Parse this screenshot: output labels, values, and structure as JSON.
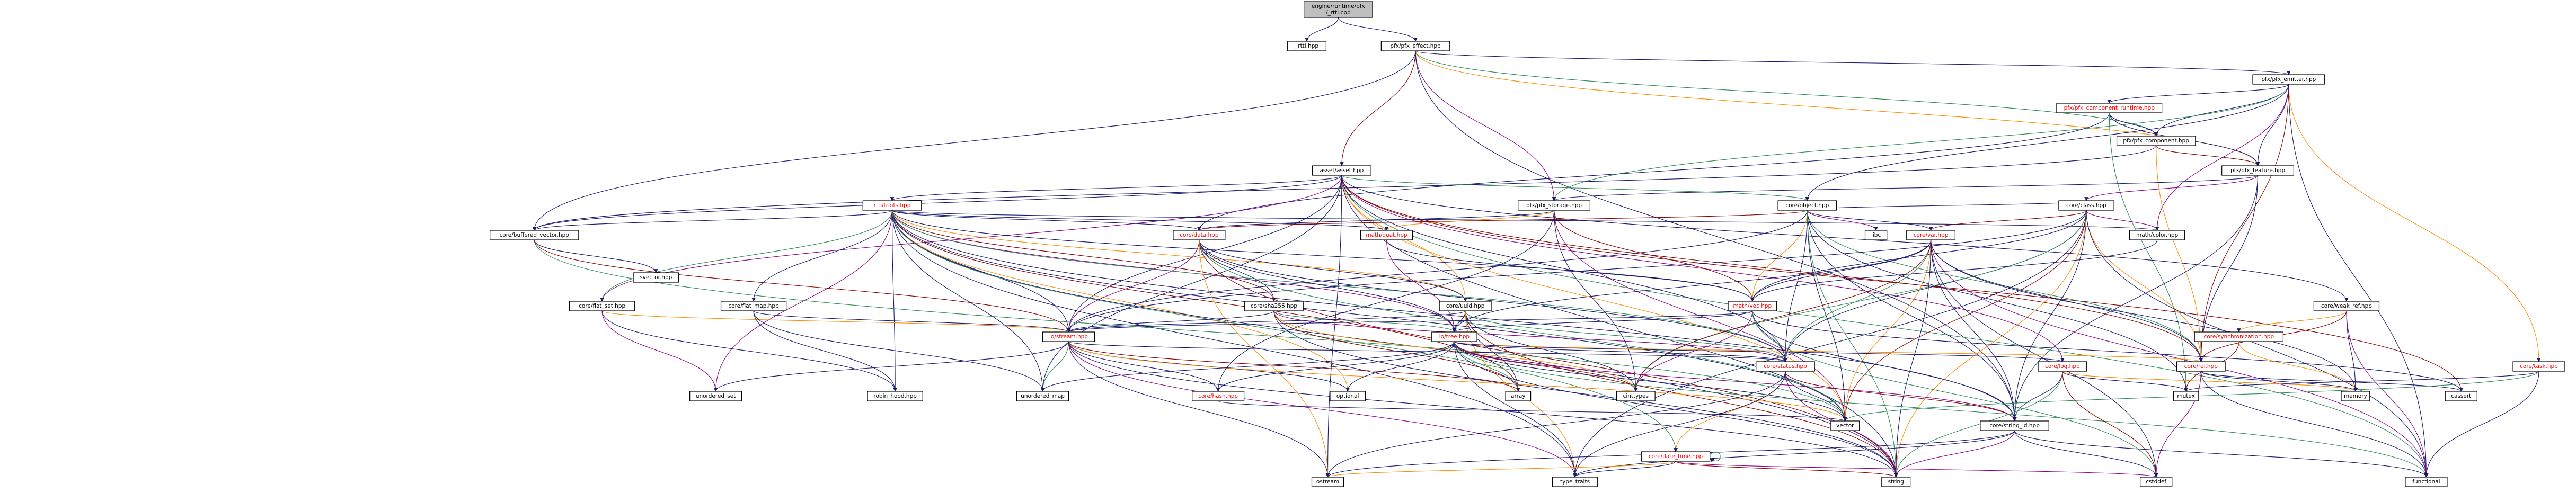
{
  "graph": {
    "colors": {
      "root_fill": "#bfbfbf",
      "node_fill": "#ffffff",
      "node_border": "#000000",
      "normal_text": "#000000",
      "linked_text": "#ff0000",
      "edge_palette": [
        "#191970",
        "#191970",
        "#191970",
        "#2e8b57",
        "#8b0000",
        "#ff8c00",
        "#191970",
        "#8b008b",
        "#191970"
      ]
    },
    "nodes": [
      {
        "id": "root",
        "label": "engine/runtime/pfx\n/_rtti.cpp",
        "style": "root"
      },
      {
        "id": "_rtti_hpp",
        "label": "_rtti.hpp",
        "style": "normal"
      },
      {
        "id": "pfx_effect",
        "label": "pfx/pfx_effect.hpp",
        "style": "normal"
      },
      {
        "id": "pfx_emitter",
        "label": "pfx/pfx_emitter.hpp",
        "style": "normal"
      },
      {
        "id": "pfx_comp_runtime",
        "label": "pfx/pfx_component_runtime.hpp",
        "style": "linked"
      },
      {
        "id": "pfx_component",
        "label": "pfx/pfx_component.hpp",
        "style": "normal"
      },
      {
        "id": "asset",
        "label": "asset/asset.hpp",
        "style": "normal"
      },
      {
        "id": "pfx_feature",
        "label": "pfx/pfx_feature.hpp",
        "style": "normal"
      },
      {
        "id": "rtti_traits",
        "label": "rtti/traits.hpp",
        "style": "linked"
      },
      {
        "id": "pfx_storage",
        "label": "pfx/pfx_storage.hpp",
        "style": "normal"
      },
      {
        "id": "core_object",
        "label": "core/object.hpp",
        "style": "normal"
      },
      {
        "id": "core_class",
        "label": "core/class.hpp",
        "style": "normal"
      },
      {
        "id": "core_data",
        "label": "core/data.hpp",
        "style": "linked"
      },
      {
        "id": "math_quat",
        "label": "math/quat.hpp",
        "style": "linked"
      },
      {
        "id": "core_var",
        "label": "core/var.hpp",
        "style": "linked"
      },
      {
        "id": "libc",
        "label": "libc",
        "style": "normal"
      },
      {
        "id": "math_color",
        "label": "math/color.hpp",
        "style": "normal"
      },
      {
        "id": "core_buffered_vector",
        "label": "core/buffered_vector.hpp",
        "style": "normal"
      },
      {
        "id": "svector",
        "label": "svector.hpp",
        "style": "normal"
      },
      {
        "id": "core_flat_set",
        "label": "core/flat_set.hpp",
        "style": "normal"
      },
      {
        "id": "core_flat_map",
        "label": "core/flat_map.hpp",
        "style": "normal"
      },
      {
        "id": "core_sha256",
        "label": "core/sha256.hpp",
        "style": "normal"
      },
      {
        "id": "core_uuid",
        "label": "core/uuid.hpp",
        "style": "normal"
      },
      {
        "id": "math_vec",
        "label": "math/vec.hpp",
        "style": "linked"
      },
      {
        "id": "core_weak_ref",
        "label": "core/weak_ref.hpp",
        "style": "normal"
      },
      {
        "id": "io_stream",
        "label": "io/stream.hpp",
        "style": "linked"
      },
      {
        "id": "io_tree",
        "label": "io/tree.hpp",
        "style": "linked"
      },
      {
        "id": "core_sync_conc",
        "label": "core/synchronization.hpp",
        "style": "linked"
      },
      {
        "id": "core_ref",
        "label": "core/ref.hpp",
        "style": "linked"
      },
      {
        "id": "core_task",
        "label": "core/task.hpp",
        "style": "linked"
      },
      {
        "id": "unordered_set",
        "label": "unordered_set",
        "style": "normal"
      },
      {
        "id": "robin_hood",
        "label": "robin_hood.hpp",
        "style": "normal"
      },
      {
        "id": "unordered_map",
        "label": "unordered_map",
        "style": "normal"
      },
      {
        "id": "core_hash",
        "label": "core/hash.hpp",
        "style": "linked"
      },
      {
        "id": "optional",
        "label": "optional",
        "style": "normal"
      },
      {
        "id": "array",
        "label": "array",
        "style": "normal"
      },
      {
        "id": "cinttypes",
        "label": "cinttypes",
        "style": "normal"
      },
      {
        "id": "core_status",
        "label": "core/status.hpp",
        "style": "linked"
      },
      {
        "id": "core_log",
        "label": "core/log.hpp",
        "style": "linked"
      },
      {
        "id": "mutex",
        "label": "mutex",
        "style": "normal"
      },
      {
        "id": "memory",
        "label": "memory",
        "style": "normal"
      },
      {
        "id": "cassert",
        "label": "cassert",
        "style": "normal"
      },
      {
        "id": "vector",
        "label": "vector",
        "style": "normal"
      },
      {
        "id": "core_string_id",
        "label": "core/string_id.hpp",
        "style": "normal"
      },
      {
        "id": "core_date_time",
        "label": "core/date_time.hpp",
        "style": "linked"
      },
      {
        "id": "ostream",
        "label": "ostream",
        "style": "normal"
      },
      {
        "id": "type_traits",
        "label": "type_traits",
        "style": "normal"
      },
      {
        "id": "string",
        "label": "string",
        "style": "normal"
      },
      {
        "id": "cstddef",
        "label": "cstddef",
        "style": "normal"
      },
      {
        "id": "functional",
        "label": "functional",
        "style": "normal"
      }
    ],
    "edges": [
      [
        "root",
        "_rtti_hpp"
      ],
      [
        "root",
        "pfx_effect"
      ],
      [
        "pfx_effect",
        "pfx_emitter"
      ],
      [
        "pfx_effect",
        "pfx_component"
      ],
      [
        "pfx_effect",
        "asset"
      ],
      [
        "pfx_effect",
        "pfx_feature"
      ],
      [
        "pfx_effect",
        "core_buffered_vector"
      ],
      [
        "pfx_effect",
        "pfx_storage"
      ],
      [
        "pfx_effect",
        "core_string_id"
      ],
      [
        "pfx_emitter",
        "pfx_comp_runtime"
      ],
      [
        "pfx_emitter",
        "pfx_component"
      ],
      [
        "pfx_emitter",
        "pfx_feature"
      ],
      [
        "pfx_emitter",
        "pfx_storage"
      ],
      [
        "pfx_emitter",
        "core_ref"
      ],
      [
        "pfx_emitter",
        "core_task"
      ],
      [
        "pfx_emitter",
        "functional"
      ],
      [
        "pfx_emitter",
        "math_color"
      ],
      [
        "pfx_emitter",
        "core_object"
      ],
      [
        "pfx_comp_runtime",
        "pfx_component"
      ],
      [
        "pfx_comp_runtime",
        "pfx_feature"
      ],
      [
        "pfx_comp_runtime",
        "core_data"
      ],
      [
        "pfx_comp_runtime",
        "mutex"
      ],
      [
        "pfx_component",
        "pfx_feature"
      ],
      [
        "pfx_component",
        "core_ref"
      ],
      [
        "pfx_component",
        "core_buffered_vector"
      ],
      [
        "pfx_feature",
        "core_class"
      ],
      [
        "pfx_feature",
        "core_ref"
      ],
      [
        "pfx_feature",
        "pfx_storage"
      ],
      [
        "pfx_feature",
        "core_string_id"
      ],
      [
        "asset",
        "rtti_traits"
      ],
      [
        "asset",
        "core_object"
      ],
      [
        "asset",
        "core_ref"
      ],
      [
        "asset",
        "core_uuid"
      ],
      [
        "asset",
        "core_buffered_vector"
      ],
      [
        "asset",
        "core_flat_set"
      ],
      [
        "asset",
        "string"
      ],
      [
        "asset",
        "ostream"
      ],
      [
        "asset",
        "io_stream"
      ],
      [
        "asset",
        "core_weak_ref"
      ],
      [
        "asset",
        "functional"
      ],
      [
        "asset",
        "cassert"
      ],
      [
        "asset",
        "vector"
      ],
      [
        "asset",
        "unordered_map"
      ],
      [
        "asset",
        "core_log"
      ],
      [
        "asset",
        "core_status"
      ],
      [
        "rtti_traits",
        "core_buffered_vector"
      ],
      [
        "rtti_traits",
        "core_data"
      ],
      [
        "rtti_traits",
        "core_flat_map"
      ],
      [
        "rtti_traits",
        "core_flat_set"
      ],
      [
        "rtti_traits",
        "core_sha256"
      ],
      [
        "rtti_traits",
        "core_uuid"
      ],
      [
        "rtti_traits",
        "io_stream"
      ],
      [
        "rtti_traits",
        "io_tree"
      ],
      [
        "rtti_traits",
        "math_quat"
      ],
      [
        "rtti_traits",
        "math_vec"
      ],
      [
        "rtti_traits",
        "math_color"
      ],
      [
        "rtti_traits",
        "core_string_id"
      ],
      [
        "rtti_traits",
        "core_status"
      ],
      [
        "rtti_traits",
        "array"
      ],
      [
        "rtti_traits",
        "optional"
      ],
      [
        "rtti_traits",
        "unordered_map"
      ],
      [
        "rtti_traits",
        "unordered_set"
      ],
      [
        "rtti_traits",
        "vector"
      ],
      [
        "rtti_traits",
        "type_traits"
      ],
      [
        "rtti_traits",
        "string"
      ],
      [
        "rtti_traits",
        "robin_hood"
      ],
      [
        "rtti_traits",
        "core_date_time"
      ],
      [
        "pfx_storage",
        "math_vec"
      ],
      [
        "pfx_storage",
        "math_quat"
      ],
      [
        "pfx_storage",
        "core_data"
      ],
      [
        "pfx_storage",
        "vector"
      ],
      [
        "pfx_storage",
        "cinttypes"
      ],
      [
        "pfx_storage",
        "core_hash"
      ],
      [
        "core_object",
        "core_class"
      ],
      [
        "core_object",
        "core_var"
      ],
      [
        "core_object",
        "core_ref"
      ],
      [
        "core_object",
        "core_data"
      ],
      [
        "core_object",
        "math_vec"
      ],
      [
        "core_object",
        "io_stream"
      ],
      [
        "core_object",
        "libc"
      ],
      [
        "core_object",
        "core_string_id"
      ],
      [
        "core_object",
        "core_status"
      ],
      [
        "core_object",
        "mutex"
      ],
      [
        "core_object",
        "vector"
      ],
      [
        "core_object",
        "string"
      ],
      [
        "core_class",
        "core_var"
      ],
      [
        "core_class",
        "core_ref"
      ],
      [
        "core_class",
        "core_string_id"
      ],
      [
        "core_class",
        "math_color"
      ],
      [
        "core_class",
        "math_vec"
      ],
      [
        "core_class",
        "io_stream"
      ],
      [
        "core_class",
        "core_status"
      ],
      [
        "core_class",
        "functional"
      ],
      [
        "core_class",
        "cinttypes"
      ],
      [
        "core_class",
        "vector"
      ],
      [
        "core_class",
        "string"
      ],
      [
        "core_class",
        "type_traits"
      ],
      [
        "core_data",
        "io_stream"
      ],
      [
        "core_data",
        "core_sha256"
      ],
      [
        "core_data",
        "core_uuid"
      ],
      [
        "core_data",
        "io_tree"
      ],
      [
        "core_data",
        "core_status"
      ],
      [
        "core_data",
        "vector"
      ],
      [
        "core_data",
        "string"
      ],
      [
        "core_data",
        "ostream"
      ],
      [
        "math_quat",
        "math_vec"
      ],
      [
        "math_quat",
        "io_tree"
      ],
      [
        "core_var",
        "math_vec"
      ],
      [
        "core_var",
        "io_tree"
      ],
      [
        "core_var",
        "core_ref"
      ],
      [
        "core_var",
        "core_string_id"
      ],
      [
        "core_var",
        "core_status"
      ],
      [
        "core_var",
        "cinttypes"
      ],
      [
        "core_var",
        "vector"
      ],
      [
        "core_var",
        "string"
      ],
      [
        "core_var",
        "functional"
      ],
      [
        "core_var",
        "memory"
      ],
      [
        "core_var",
        "cstddef"
      ],
      [
        "math_color",
        "math_vec"
      ],
      [
        "core_buffered_vector",
        "svector"
      ],
      [
        "core_buffered_vector",
        "vector"
      ],
      [
        "core_buffered_vector",
        "io_stream"
      ],
      [
        "core_flat_set",
        "io_stream"
      ],
      [
        "core_flat_set",
        "robin_hood"
      ],
      [
        "core_flat_set",
        "unordered_set"
      ],
      [
        "core_flat_map",
        "io_stream"
      ],
      [
        "core_flat_map",
        "robin_hood"
      ],
      [
        "core_flat_map",
        "unordered_map"
      ],
      [
        "core_sha256",
        "io_stream"
      ],
      [
        "core_sha256",
        "io_tree"
      ],
      [
        "core_sha256",
        "array"
      ],
      [
        "core_sha256",
        "cinttypes"
      ],
      [
        "core_sha256",
        "string"
      ],
      [
        "core_sha256",
        "core_status"
      ],
      [
        "core_uuid",
        "io_stream"
      ],
      [
        "core_uuid",
        "io_tree"
      ],
      [
        "core_uuid",
        "array"
      ],
      [
        "core_uuid",
        "cinttypes"
      ],
      [
        "core_uuid",
        "core_status"
      ],
      [
        "core_uuid",
        "string"
      ],
      [
        "core_uuid",
        "type_traits"
      ],
      [
        "math_vec",
        "io_tree"
      ],
      [
        "math_vec",
        "cinttypes"
      ],
      [
        "math_vec",
        "io_stream"
      ],
      [
        "math_vec",
        "core_status"
      ],
      [
        "math_vec",
        "core_string_id"
      ],
      [
        "math_vec",
        "cassert"
      ],
      [
        "math_vec",
        "cstddef"
      ],
      [
        "core_weak_ref",
        "core_ref"
      ],
      [
        "core_weak_ref",
        "core_sync_conc"
      ],
      [
        "core_weak_ref",
        "memory"
      ],
      [
        "core_weak_ref",
        "functional"
      ],
      [
        "io_stream",
        "core_status"
      ],
      [
        "io_stream",
        "core_hash"
      ],
      [
        "io_stream",
        "optional"
      ],
      [
        "io_stream",
        "unordered_set"
      ],
      [
        "io_stream",
        "unordered_map"
      ],
      [
        "io_stream",
        "array"
      ],
      [
        "io_stream",
        "vector"
      ],
      [
        "io_stream",
        "string"
      ],
      [
        "io_stream",
        "type_traits"
      ],
      [
        "io_stream",
        "ostream"
      ],
      [
        "io_tree",
        "core_status"
      ],
      [
        "io_tree",
        "core_hash"
      ],
      [
        "io_tree",
        "optional"
      ],
      [
        "io_tree",
        "array"
      ],
      [
        "io_tree",
        "cinttypes"
      ],
      [
        "io_tree",
        "core_ref"
      ],
      [
        "io_tree",
        "core_log"
      ],
      [
        "io_tree",
        "core_string_id"
      ],
      [
        "io_tree",
        "vector"
      ],
      [
        "io_tree",
        "string"
      ],
      [
        "io_tree",
        "unordered_map"
      ],
      [
        "io_tree",
        "type_traits"
      ],
      [
        "io_tree",
        "functional"
      ],
      [
        "core_sync_conc",
        "mutex"
      ],
      [
        "core_sync_conc",
        "memory"
      ],
      [
        "core_ref",
        "cassert"
      ],
      [
        "core_ref",
        "cstddef"
      ],
      [
        "core_ref",
        "functional"
      ],
      [
        "core_ref",
        "memory"
      ],
      [
        "core_task",
        "functional"
      ],
      [
        "core_task",
        "mutex"
      ],
      [
        "core_task",
        "vector"
      ],
      [
        "core_status",
        "core_string_id"
      ],
      [
        "core_status",
        "core_date_time"
      ],
      [
        "core_status",
        "vector"
      ],
      [
        "core_status",
        "string"
      ],
      [
        "core_status",
        "ostream"
      ],
      [
        "core_status",
        "type_traits"
      ],
      [
        "core_log",
        "core_string_id"
      ],
      [
        "core_log",
        "mutex"
      ],
      [
        "core_log",
        "string"
      ],
      [
        "core_log",
        "cstddef"
      ],
      [
        "core_log",
        "memory"
      ],
      [
        "core_hash",
        "vector"
      ],
      [
        "core_string_id",
        "string"
      ],
      [
        "core_string_id",
        "functional"
      ],
      [
        "core_string_id",
        "cstddef"
      ],
      [
        "core_string_id",
        "ostream"
      ],
      [
        "core_string_id",
        "type_traits"
      ],
      [
        "core_date_time",
        "core_date_time"
      ],
      [
        "core_date_time",
        "string"
      ],
      [
        "core_date_time",
        "ostream"
      ],
      [
        "core_date_time",
        "type_traits"
      ],
      [
        "core_date_time",
        "cstddef"
      ]
    ]
  }
}
